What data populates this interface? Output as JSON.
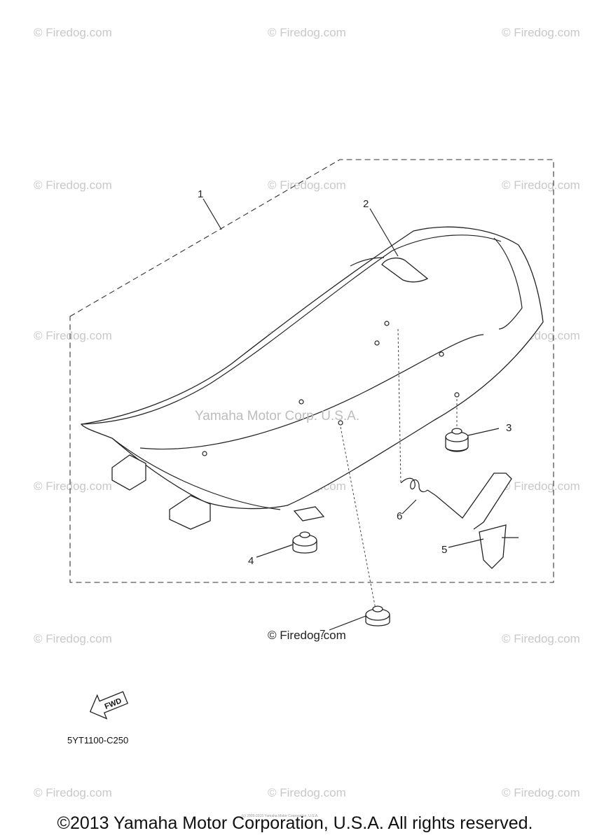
{
  "watermark": "© Firedog.com",
  "center_watermark": "Yamaha Motor Corp. U.S.A.",
  "center_firedog": "© Firedog.com",
  "callouts": [
    "1",
    "2",
    "3",
    "4",
    "5",
    "6",
    "7"
  ],
  "fwd_label": "FWD",
  "diagram_code": "5YT1100-C250",
  "tiny_copyright": "(c) 2005-2015 Yamaha Motor Corporation, U.S.A.",
  "footer": "©2013 Yamaha Motor Corporation, U.S.A. All rights reserved."
}
